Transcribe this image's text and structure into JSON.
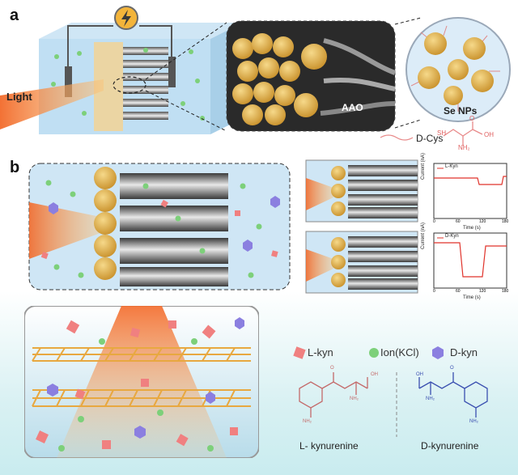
{
  "panel_a": {
    "letter": "a",
    "light_label": "Light",
    "aao_label": "AAO",
    "se_label": "Se NPs",
    "dcys_label": "D-Cys",
    "dcys_atoms": {
      "sh": "SH",
      "o": "O",
      "oh": "OH",
      "nh2": "NH₂"
    }
  },
  "panel_b": {
    "letter": "b",
    "mini_top": {
      "legend": "L-Kyn",
      "ylabel": "Current (nA)",
      "xlabel": "Time (s)",
      "ticks": [
        "0",
        "60",
        "120",
        "180"
      ]
    },
    "mini_bottom": {
      "legend": "D-Kyn",
      "ylabel": "Current (nA)",
      "xlabel": "Time (s)",
      "ticks": [
        "0",
        "60",
        "120",
        "180"
      ]
    }
  },
  "legend": {
    "l_kyn": "L-kyn",
    "ion": "Ion(KCl)",
    "d_kyn": "D-kyn"
  },
  "structures": {
    "left_name": "L- kynurenine",
    "right_name": "D-kynurenine",
    "atoms": {
      "nh2": "NH₂",
      "oh": "OH",
      "o": "O"
    }
  },
  "colors": {
    "l_kyn": "#f08080",
    "ion": "#7dd07a",
    "d_kyn": "#8b7fe0",
    "se_np": "#e8b64a",
    "trace": "#e0332b",
    "d_structure": "#3a4fb0"
  }
}
